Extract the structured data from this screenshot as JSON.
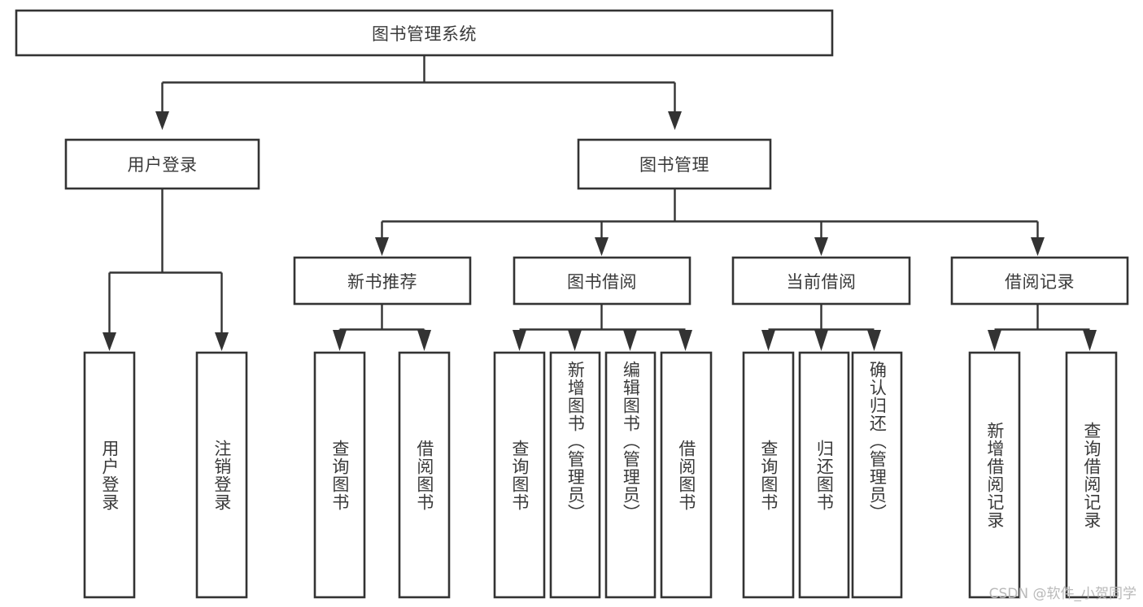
{
  "diagram": {
    "type": "hierarchy-tree",
    "title_node": "图书管理系统",
    "watermark": "CSDN @软件_小贺同学",
    "colors": {
      "box_fill": "#ffffff",
      "box_stroke": "#333333",
      "text": "#3a3a3a",
      "background": "#ffffff",
      "watermark": "#b9b9b9"
    },
    "levels": [
      {
        "level": 1,
        "nodes": [
          {
            "id": "root",
            "label": "图书管理系统",
            "orientation": "horizontal"
          }
        ]
      },
      {
        "level": 2,
        "nodes": [
          {
            "id": "user-login",
            "label": "用户登录",
            "orientation": "horizontal",
            "parent": "root"
          },
          {
            "id": "book-manage",
            "label": "图书管理",
            "orientation": "horizontal",
            "parent": "root"
          }
        ]
      },
      {
        "level": 3,
        "nodes": [
          {
            "id": "new-book-rec",
            "label": "新书推荐",
            "orientation": "horizontal",
            "parent": "book-manage"
          },
          {
            "id": "book-borrow",
            "label": "图书借阅",
            "orientation": "horizontal",
            "parent": "book-manage"
          },
          {
            "id": "current-borrow",
            "label": "当前借阅",
            "orientation": "horizontal",
            "parent": "book-manage"
          },
          {
            "id": "borrow-record",
            "label": "借阅记录",
            "orientation": "horizontal",
            "parent": "book-manage"
          }
        ]
      },
      {
        "level": 4,
        "nodes": [
          {
            "id": "leaf-user-login",
            "label": "用户登录",
            "orientation": "vertical",
            "parent": "user-login"
          },
          {
            "id": "leaf-logout",
            "label": "注销登录",
            "orientation": "vertical",
            "parent": "user-login"
          },
          {
            "id": "leaf-query-book-1",
            "label": "查询图书",
            "orientation": "vertical",
            "parent": "new-book-rec"
          },
          {
            "id": "leaf-borrow-book-1",
            "label": "借阅图书",
            "orientation": "vertical",
            "parent": "new-book-rec"
          },
          {
            "id": "leaf-query-book-2",
            "label": "查询图书",
            "orientation": "vertical",
            "parent": "book-borrow"
          },
          {
            "id": "leaf-add-book",
            "label": "新增图书（管理员）",
            "orientation": "vertical",
            "parent": "book-borrow"
          },
          {
            "id": "leaf-edit-book",
            "label": "编辑图书（管理员）",
            "orientation": "vertical",
            "parent": "book-borrow"
          },
          {
            "id": "leaf-borrow-book-2",
            "label": "借阅图书",
            "orientation": "vertical",
            "parent": "book-borrow"
          },
          {
            "id": "leaf-query-book-3",
            "label": "查询图书",
            "orientation": "vertical",
            "parent": "current-borrow"
          },
          {
            "id": "leaf-return-book",
            "label": "归还图书",
            "orientation": "vertical",
            "parent": "current-borrow"
          },
          {
            "id": "leaf-confirm-return",
            "label": "确认归还（管理员）",
            "orientation": "vertical",
            "parent": "current-borrow"
          },
          {
            "id": "leaf-add-record",
            "label": "新增借阅记录",
            "orientation": "vertical",
            "parent": "borrow-record"
          },
          {
            "id": "leaf-query-record",
            "label": "查询借阅记录",
            "orientation": "vertical",
            "parent": "borrow-record"
          }
        ]
      }
    ]
  }
}
